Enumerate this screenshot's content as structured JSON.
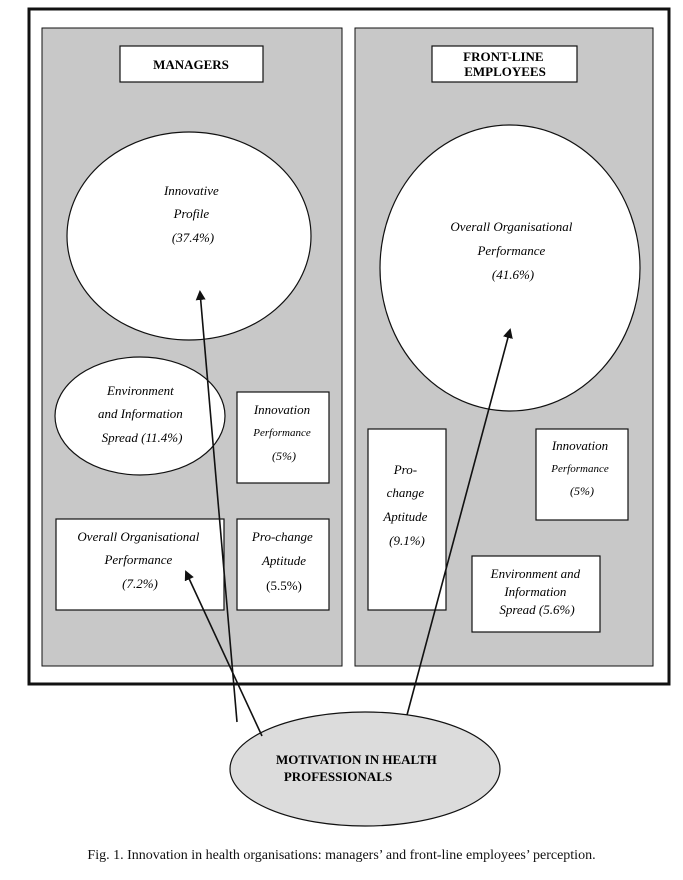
{
  "managers": {
    "title": "MANAGERS",
    "innovative_profile": {
      "label": [
        "Innovative",
        "Profile",
        "(37.4%)"
      ],
      "percent": 37.4
    },
    "environment_information": {
      "label": [
        "Environment",
        "and Information",
        "Spread (11.4%)"
      ],
      "percent": 11.4
    },
    "innovation_performance": {
      "label": [
        "Innovation",
        "Performance",
        "(5%)"
      ],
      "percent": 5
    },
    "overall_organisational": {
      "label": [
        "Overall Organisational",
        "Performance",
        "(7.2%)"
      ],
      "percent": 7.2
    },
    "pro_change": {
      "label": [
        "Pro-change",
        "Aptitude",
        "(5.5%)"
      ],
      "percent": 5.5
    }
  },
  "front_line": {
    "title": [
      "FRONT-LINE",
      "EMPLOYEES"
    ],
    "overall_organisational": {
      "label": [
        "Overall Organisational",
        "Performance",
        "(41.6%)"
      ],
      "percent": 41.6
    },
    "pro_change": {
      "label": [
        "Pro-",
        "change",
        "Aptitude",
        "(9.1%)"
      ],
      "percent": 9.1
    },
    "innovation_performance": {
      "label": [
        "Innovation",
        "Performance",
        "(5%)"
      ],
      "percent": 5
    },
    "environment_information": {
      "label": [
        "Environment and",
        "Information",
        "Spread (5.6%)"
      ],
      "percent": 5.6
    }
  },
  "motivation": {
    "label": [
      "MOTIVATION IN HEALTH",
      "PROFESSIONALS"
    ]
  },
  "caption": "Fig. 1.  Innovation in health organisations: managers’ and front-line employees’ perception.",
  "colors": {
    "panel": "#c8c8c8",
    "box": "#ffffff",
    "stroke": "#111111",
    "motivation_fill": "#dcdcdc"
  }
}
